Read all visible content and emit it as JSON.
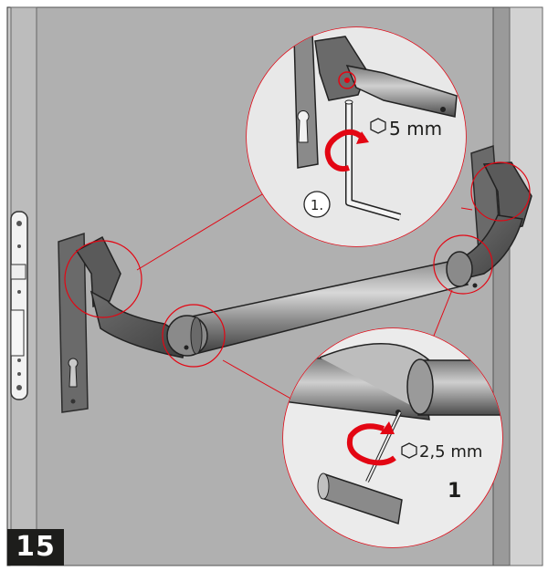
{
  "figure": {
    "step_number": "15",
    "callout_top": {
      "order_label": "1.",
      "tool_size": "5 mm"
    },
    "callout_bottom": {
      "tool_size": "2,5 mm",
      "order_label": "1"
    },
    "colors": {
      "background_wall": "#c6c6c6",
      "door_panel": "#aeaeae",
      "frame_dark": "#8a8a8a",
      "bar_dark": "#5e5e5e",
      "bar_light": "#9a9a9a",
      "callout_circle": "#d9d9d9",
      "highlight_red": "#e30613",
      "arrow_red": "#e30613"
    },
    "icons": [
      "hex-key-icon",
      "rotation-arrow-icon",
      "hex-symbol-icon",
      "screwdriver-icon",
      "lock-plate-icon"
    ]
  }
}
